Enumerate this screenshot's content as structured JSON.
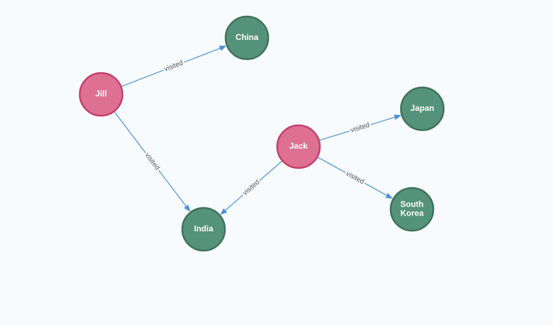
{
  "graph": {
    "nodes": [
      {
        "id": "jill",
        "label": [
          "Jill"
        ],
        "kind": "person"
      },
      {
        "id": "jack",
        "label": [
          "Jack"
        ],
        "kind": "person"
      },
      {
        "id": "china",
        "label": [
          "China"
        ],
        "kind": "country"
      },
      {
        "id": "india",
        "label": [
          "India"
        ],
        "kind": "country"
      },
      {
        "id": "japan",
        "label": [
          "Japan"
        ],
        "kind": "country"
      },
      {
        "id": "south_korea",
        "label": [
          "South",
          "Korea"
        ],
        "kind": "country"
      }
    ],
    "edges": [
      {
        "from": "jill",
        "to": "china",
        "label": "visited"
      },
      {
        "from": "jill",
        "to": "india",
        "label": "visited"
      },
      {
        "from": "jack",
        "to": "india",
        "label": "visited"
      },
      {
        "from": "jack",
        "to": "japan",
        "label": "visited"
      },
      {
        "from": "jack",
        "to": "south_korea",
        "label": "visited"
      }
    ]
  },
  "colors": {
    "background": "#f7fbfe",
    "person_fill": "#dd7093",
    "person_stroke": "#c43e6a",
    "country_fill": "#55927b",
    "country_stroke": "#3e7159",
    "edge": "#4a8fd6",
    "edge_label": "#555555",
    "node_label": "#ffffff"
  }
}
